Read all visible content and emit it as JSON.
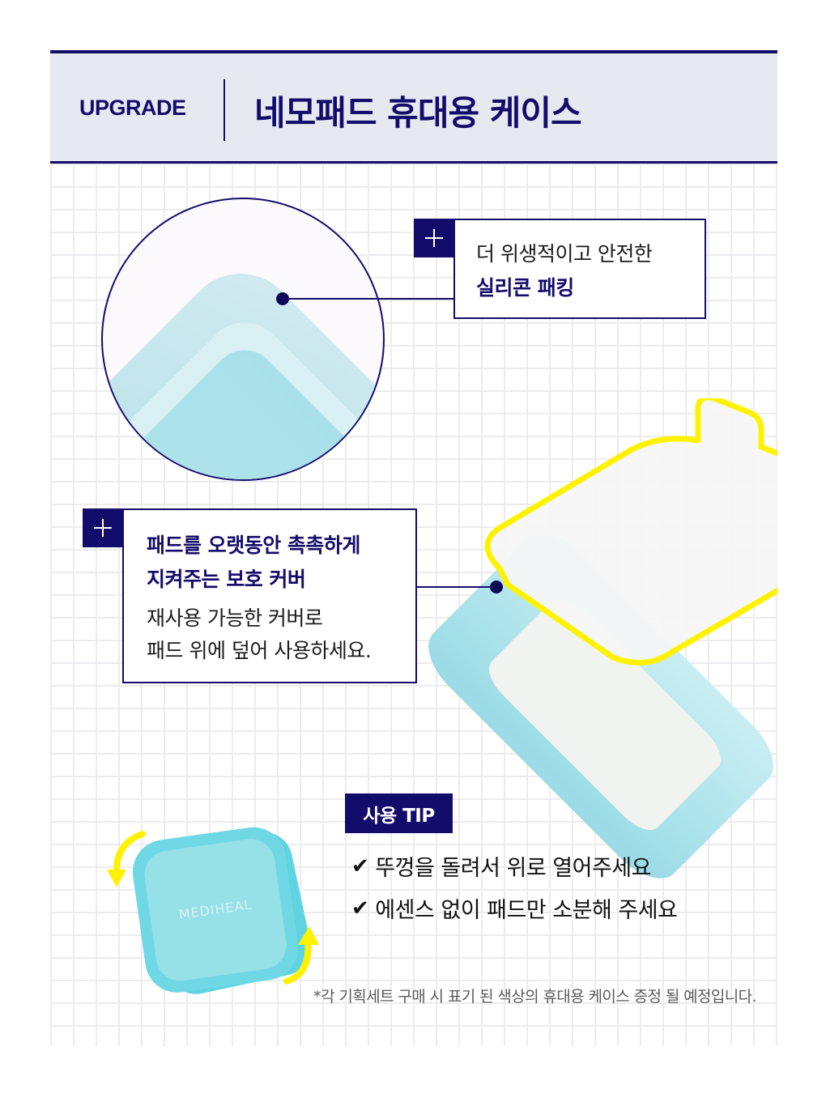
{
  "header": {
    "eyebrow": "UPGRADE",
    "title": "네모패드 휴대용 케이스"
  },
  "callouts": [
    {
      "icon": "plus-icon",
      "lines": [
        "더 위생적이고 안전한",
        "실리콘 패킹"
      ],
      "emphasis_line_index": 1
    },
    {
      "icon": "plus-icon",
      "title_lines": [
        "패드를 오랫동안 촉촉하게",
        "지켜주는 보호 커버"
      ],
      "body_lines": [
        "재사용 가능한 커버로",
        "패드 위에 덮어 사용하세요."
      ]
    }
  ],
  "product": {
    "brand_mark": "MEDIHEAL"
  },
  "tip": {
    "badge": "사용 TIP",
    "check_glyph": "✔",
    "items": [
      "뚜껑을 돌려서 위로 열어주세요",
      "에센스 없이 패드만 소분해 주세요"
    ]
  },
  "footnote": "*각 기획세트 구매 시 표기 된 색상의 휴대용 케이스 증정 될 예정입니다.",
  "colors": {
    "navy": "#140c6b",
    "header_bg": "#e6eaf0",
    "grid_line": "#ececee",
    "highlight_yellow": "#fff200",
    "case_blue": "#9adbe5",
    "case_blue_bright": "#5fd3e0"
  }
}
